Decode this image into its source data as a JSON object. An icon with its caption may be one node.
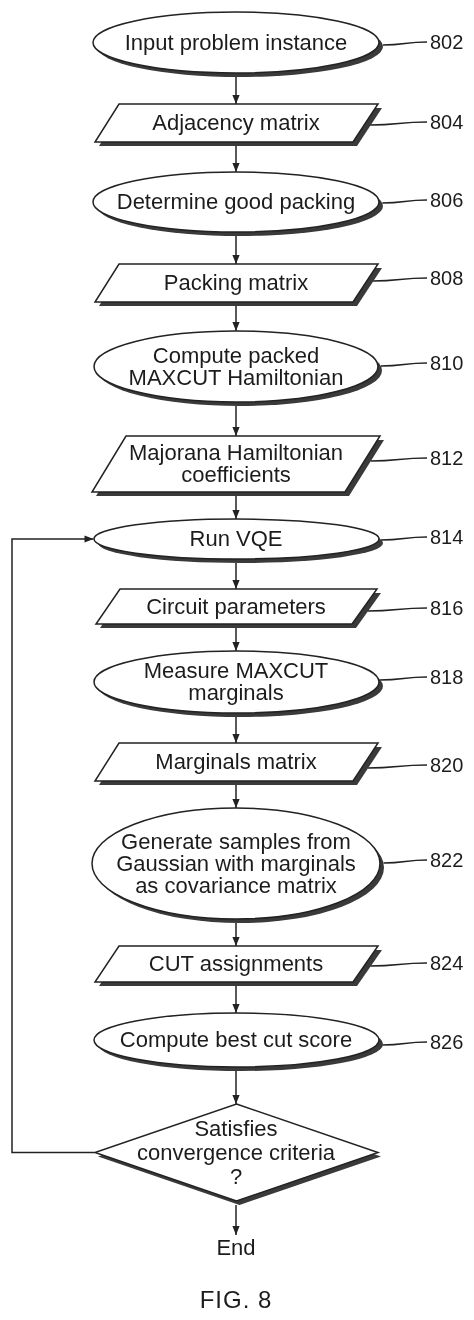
{
  "diagram": {
    "caption": "FIG. 8",
    "nodes": [
      {
        "text": [
          "Input problem instance"
        ]
      },
      {
        "text": [
          "802"
        ]
      },
      {
        "text": [
          "Adjacency matrix"
        ]
      },
      {
        "text": [
          "804"
        ]
      },
      {
        "text": [
          "Determine good packing"
        ]
      },
      {
        "text": [
          "806"
        ]
      },
      {
        "text": [
          "Packing matrix"
        ]
      },
      {
        "text": [
          "808"
        ]
      },
      {
        "text": [
          "Compute packed MAXCUT Hamiltonian"
        ]
      },
      {
        "text": [
          "810"
        ]
      },
      {
        "text": [
          "Majorana Hamiltonian coefficients"
        ]
      },
      {
        "text": [
          "812"
        ]
      },
      {
        "text": [
          "Run VQE"
        ]
      },
      {
        "text": [
          "814"
        ]
      },
      {
        "text": [
          "Circuit parameters"
        ]
      },
      {
        "text": [
          "816"
        ]
      },
      {
        "text": [
          "Measure MAXCUT marginals"
        ]
      },
      {
        "text": [
          "818"
        ]
      },
      {
        "text": [
          "Marginals matrix"
        ]
      },
      {
        "text": [
          "820"
        ]
      },
      {
        "text": [
          "Generate samples from Gaussian with marginals as covariance matrix"
        ]
      },
      {
        "text": [
          "822"
        ]
      },
      {
        "text": [
          "CUT assignments"
        ]
      },
      {
        "text": [
          "824"
        ]
      },
      {
        "text": [
          "Compute best cut score"
        ]
      },
      {
        "text": [
          "826"
        ]
      },
      {
        "text": [
          "Satisfies convergence criteria ?"
        ]
      },
      {
        "text": [
          "End"
        ]
      }
    ],
    "edges": [
      {
        "from": 0,
        "to": 2,
        "arrow": "to"
      },
      {
        "from": 2,
        "to": 4,
        "arrow": "to"
      },
      {
        "from": 4,
        "to": 6,
        "arrow": "to"
      },
      {
        "from": 6,
        "to": 8,
        "arrow": "to"
      },
      {
        "from": 8,
        "to": 10,
        "arrow": "to"
      },
      {
        "from": 10,
        "to": 12,
        "arrow": "to"
      },
      {
        "from": 12,
        "to": 14,
        "arrow": "to"
      },
      {
        "from": 14,
        "to": 16,
        "arrow": "to"
      },
      {
        "from": 16,
        "to": 18,
        "arrow": "to"
      },
      {
        "from": 18,
        "to": 20,
        "arrow": "to"
      },
      {
        "from": 20,
        "to": 22,
        "arrow": "to"
      },
      {
        "from": 22,
        "to": 24,
        "arrow": "to"
      },
      {
        "from": 24,
        "to": 26,
        "arrow": "to"
      },
      {
        "from": 26,
        "to": 27,
        "arrow": "to"
      },
      {
        "from": 26,
        "to": 12,
        "arrow": "to"
      },
      {
        "from": 1,
        "to": 0,
        "arrow": "none"
      },
      {
        "from": 3,
        "to": 2,
        "arrow": "none"
      },
      {
        "from": 5,
        "to": 4,
        "arrow": "none"
      },
      {
        "from": 7,
        "to": 6,
        "arrow": "none"
      },
      {
        "from": 9,
        "to": 8,
        "arrow": "none"
      },
      {
        "from": 11,
        "to": 10,
        "arrow": "none"
      },
      {
        "from": 13,
        "to": 12,
        "arrow": "none"
      },
      {
        "from": 15,
        "to": 14,
        "arrow": "none"
      },
      {
        "from": 17,
        "to": 16,
        "arrow": "none"
      },
      {
        "from": 19,
        "to": 18,
        "arrow": "none"
      },
      {
        "from": 21,
        "to": 20,
        "arrow": "none"
      },
      {
        "from": 23,
        "to": 22,
        "arrow": "none"
      },
      {
        "from": 25,
        "to": 24,
        "arrow": "none"
      }
    ]
  }
}
